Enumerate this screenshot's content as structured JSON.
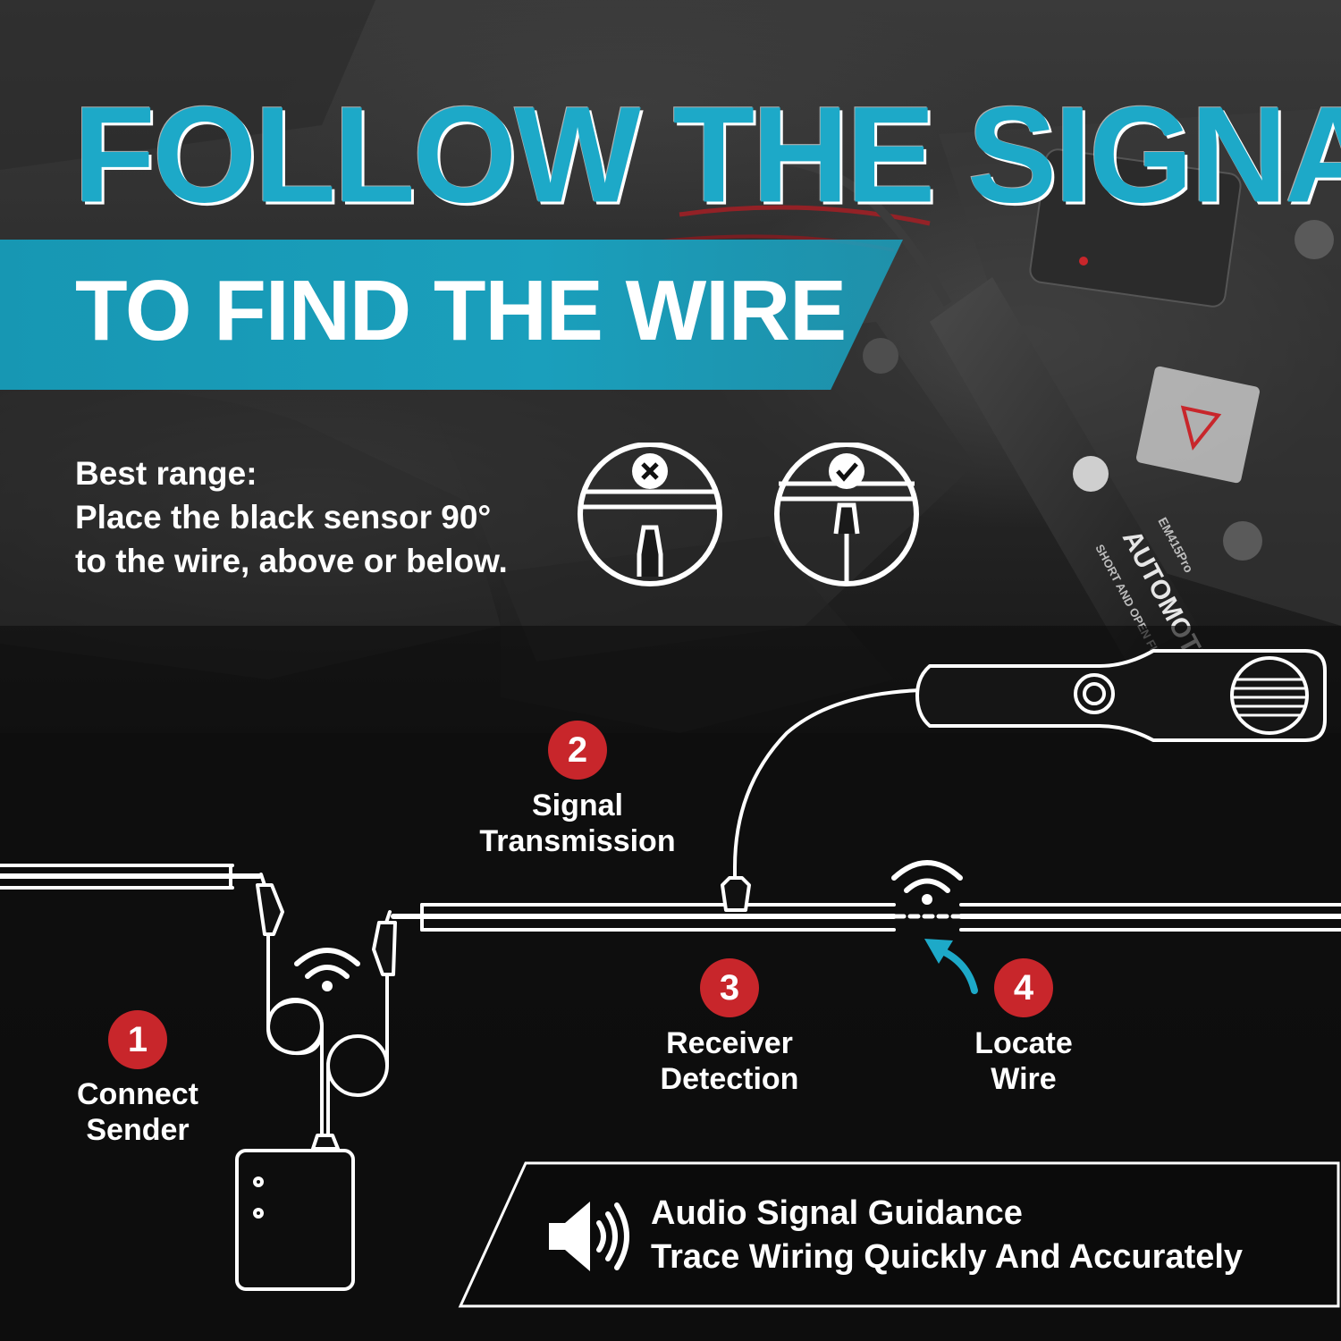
{
  "headline": "FOLLOW THE SIGNAL",
  "subheadline": "TO FIND THE WIRE",
  "range_note": {
    "title": "Best range:",
    "line2": "Place the black sensor 90°",
    "line3": "to the wire, above or below."
  },
  "position_icons": [
    {
      "icon": "x-mark-icon",
      "meaning": "wrong"
    },
    {
      "icon": "check-mark-icon",
      "meaning": "correct"
    }
  ],
  "steps": [
    {
      "number": "1",
      "line1": "Connect",
      "line2": "Sender"
    },
    {
      "number": "2",
      "line1": "Signal",
      "line2": "Transmission"
    },
    {
      "number": "3",
      "line1": "Receiver",
      "line2": "Detection"
    },
    {
      "number": "4",
      "line1": "Locate",
      "line2": "Wire"
    }
  ],
  "audio": {
    "icon": "speaker-icon",
    "line1": "Audio Signal Guidance",
    "line2": "Trace Wiring Quickly And Accurately"
  },
  "product_label": {
    "brand": "AUTOMOTIVE",
    "subtitle": "SHORT AND OPEN FINDER",
    "model": "EM415Pro"
  },
  "colors": {
    "accent": "#1da9c8",
    "banner": "#1a9fbc",
    "badge": "#c8262b",
    "text": "#ffffff",
    "background": "#0e0e0e"
  }
}
